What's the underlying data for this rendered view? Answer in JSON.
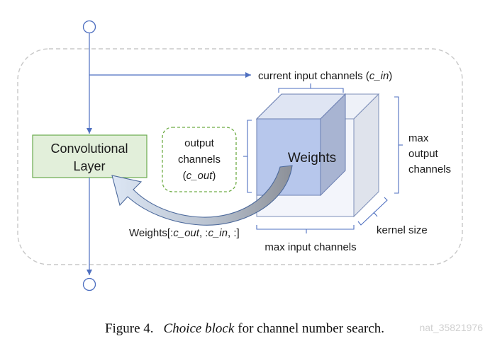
{
  "diagram": {
    "conv_layer": {
      "line1": "Convolutional",
      "line2": "Layer"
    },
    "output_channels_box": {
      "line1": "output",
      "line2": "channels",
      "line3_open": "(",
      "line3_var": "c_out",
      "line3_close": ")"
    },
    "weights_label": "Weights",
    "current_input": {
      "prefix": "current input channels (",
      "var": "c_in",
      "suffix": ")"
    },
    "max_output": {
      "line1": "max",
      "line2": "output",
      "line3": "channels"
    },
    "kernel_size": "kernel size",
    "max_input": "max input channels",
    "slice": {
      "prefix": "Weights[:",
      "var1": "c_out",
      "mid": ", :",
      "var2": "c_in",
      "suffix": ", :]"
    }
  },
  "caption": {
    "prefix": "Figure 4.",
    "italic": "Choice block",
    "rest": "for channel number search."
  },
  "watermark": "nat_35821976",
  "colors": {
    "arrow_blue": "#4e6fc0",
    "node_stroke": "#4e6fc0",
    "conv_fill": "#e2efda",
    "conv_stroke": "#6aaa4e",
    "dash_green": "#70ad47",
    "cube_front": "#b7c7ec",
    "cube_side": "#c9cfe0",
    "cube_top": "#dfe5f3",
    "arc_fill": "#dce6f4",
    "arc_gray": "#8c9098",
    "outer_dash": "#c8c8c8"
  }
}
